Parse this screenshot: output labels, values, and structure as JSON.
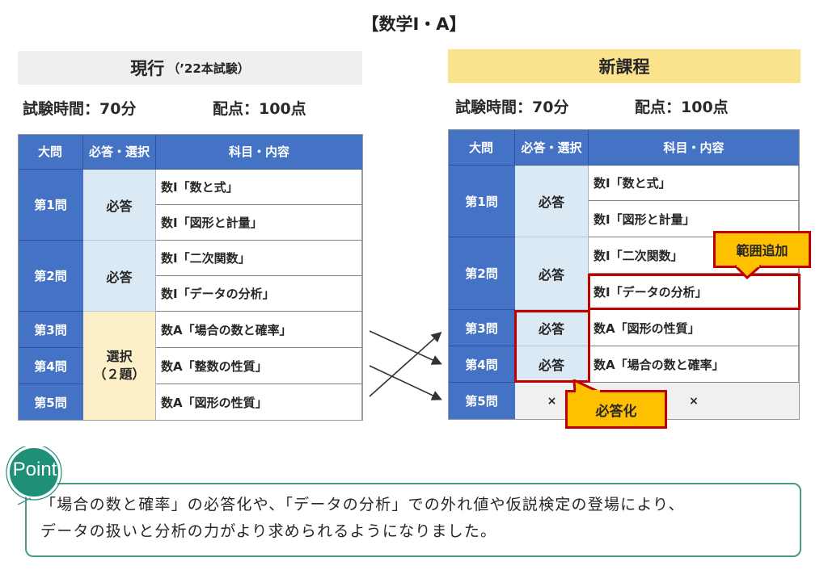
{
  "title": "【数学I・A】",
  "current": {
    "header": "現行",
    "header_sub": "（’22本試験）",
    "exam_time": "試験時間：70分",
    "score": "配点：100点",
    "table": {
      "columns": [
        "大問",
        "必答・選択",
        "科目・内容"
      ],
      "rows": [
        {
          "q": "第1問",
          "type": "必答",
          "contents": [
            "数Ⅰ「数と式」",
            "数Ⅰ「図形と計量」"
          ]
        },
        {
          "q": "第2問",
          "type": "必答",
          "contents": [
            "数Ⅰ「二次関数」",
            "数Ⅰ「データの分析」"
          ]
        },
        {
          "q": "第3問",
          "contents": [
            "数A「場合の数と確率」"
          ]
        },
        {
          "q": "第4問",
          "contents": [
            "数A「整数の性質」"
          ]
        },
        {
          "q": "第5問",
          "contents": [
            "数A「図形の性質」"
          ]
        }
      ],
      "select_label_1": "選択",
      "select_label_2": "（２題）"
    }
  },
  "new": {
    "header": "新課程",
    "exam_time": "試験時間：70分",
    "score": "配点：100点",
    "table": {
      "columns": [
        "大問",
        "必答・選択",
        "科目・内容"
      ],
      "rows": [
        {
          "q": "第1問",
          "type": "必答",
          "contents": [
            "数Ⅰ「数と式」",
            "数Ⅰ「図形と計量」"
          ]
        },
        {
          "q": "第2問",
          "type": "必答",
          "contents": [
            "数Ⅰ「二次関数」",
            "数Ⅰ「データの分析」"
          ]
        },
        {
          "q": "第3問",
          "type": "必答",
          "contents": [
            "数A「図形の性質」"
          ]
        },
        {
          "q": "第4問",
          "type": "必答",
          "contents": [
            "数A「場合の数と確率」"
          ]
        },
        {
          "q": "第5問",
          "type": "×",
          "contents": [
            "×"
          ]
        }
      ]
    },
    "callouts": {
      "range_added": "範囲追加",
      "made_required": "必答化"
    }
  },
  "point": {
    "badge": "Point",
    "line1": "「場合の数と確率」の必答化や、「データの分析」での外れ値や仮説検定の登場により、",
    "line2": "データの扱いと分析の力がより求められるようになりました。"
  },
  "colors": {
    "table_header_blue": "#4472c4",
    "required_bg": "#dbe9f5",
    "select_bg": "#fdf0c9",
    "new_header_yellow": "#fbe28c",
    "callout_fill": "#ffc000",
    "highlight_red": "#c00000",
    "point_green": "#1f8f77"
  }
}
